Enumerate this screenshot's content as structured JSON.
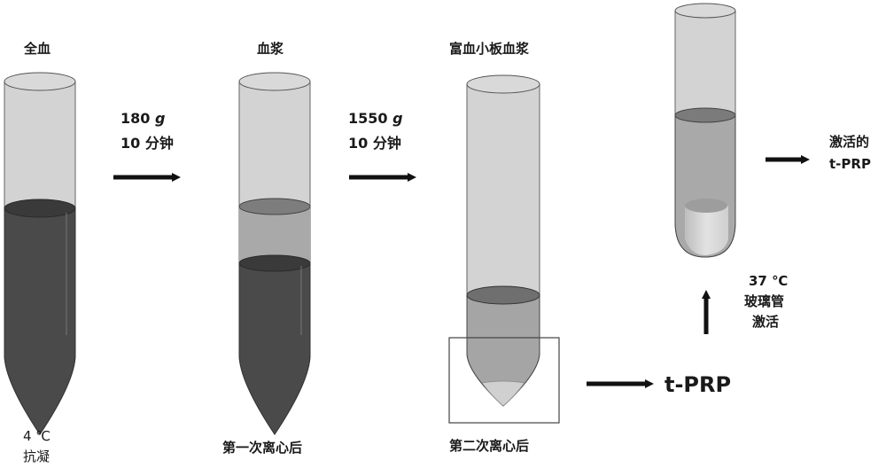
{
  "diagram": {
    "type": "process-flow",
    "subject": "PRP preparation by two-step centrifugation and glass-tube activation",
    "colors": {
      "tube_empty": "#d3d3d3",
      "whole_blood": "#4a4a4a",
      "blood_top": "#3a3a3a",
      "plasma": "#a9a9a9",
      "plasma_top": "#7d7d7d",
      "prp": "#a5a5a5",
      "prp_top": "#6f6f6f",
      "pellet": "#d0d0d0",
      "gel": "#cfcfcf",
      "arrow": "#111111",
      "outline": "#555555"
    },
    "tubes": [
      {
        "id": "tube1",
        "top_label": "全血",
        "bottom_label_line1": "4 ℃",
        "bottom_label_line2": "抗凝"
      },
      {
        "id": "tube2",
        "top_label": "血浆",
        "bottom_label": "第一次离心后"
      },
      {
        "id": "tube3",
        "top_label": "富血小板血浆",
        "bottom_label": "第二次离心后"
      },
      {
        "id": "tube4",
        "right_label_line1": "激活的",
        "right_label_line2": "t-PRP"
      }
    ],
    "steps": [
      {
        "id": "step1",
        "force_value": "180",
        "force_unit": "g",
        "duration": "10 分钟"
      },
      {
        "id": "step2",
        "force_value": "1550",
        "force_unit": "g",
        "duration": "10 分钟"
      }
    ],
    "intermediate": {
      "label": "t-PRP"
    },
    "activation": {
      "line1": "37 ℃",
      "line2": "玻璃管",
      "line3": "激活"
    }
  }
}
